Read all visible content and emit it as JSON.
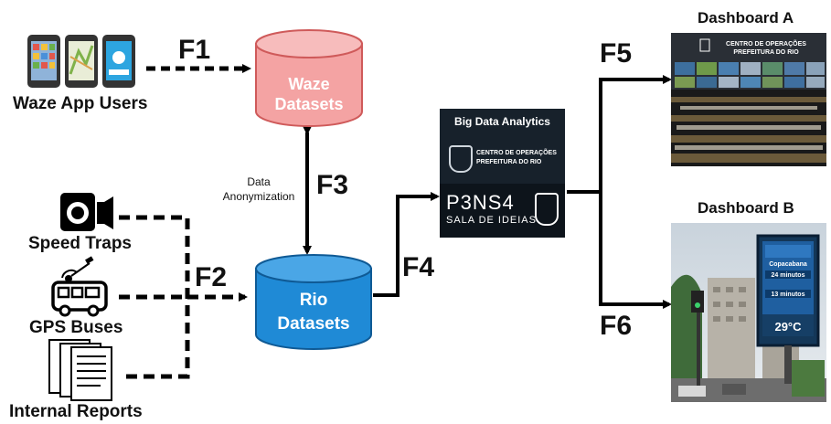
{
  "sources": {
    "waze_users": "Waze App Users",
    "speed_traps": "Speed Traps",
    "gps_buses": "GPS Buses",
    "internal_reports": "Internal Reports"
  },
  "databases": {
    "waze": [
      "Waze",
      "Datasets"
    ],
    "rio": [
      "Rio",
      "Datasets"
    ]
  },
  "flows": {
    "f1": "F1",
    "f2": "F2",
    "f3": "F3",
    "f4": "F4",
    "f5": "F5",
    "f6": "F6"
  },
  "anonymization": [
    "Data",
    "Anonymization"
  ],
  "analytics": {
    "title": "Big Data Analytics",
    "coe_line1": "CENTRO DE OPERAÇÕES",
    "coe_line2": "PREFEITURA DO RIO",
    "brand": "P3NS4",
    "brand_sub": "SALA DE IDEIAS"
  },
  "dashboards": {
    "a_title": "Dashboard A",
    "a_sign_line1": "CENTRO DE OPERAÇÕES",
    "a_sign_line2": "PREFEITURA DO RIO",
    "b_title": "Dashboard B",
    "b_place": "Copacabana",
    "b_time1": "24 minutos",
    "b_time2": "13 minutos",
    "b_temp": "29°C"
  },
  "colors": {
    "waze_fill": "#f4a3a3",
    "rio_fill": "#1f8ad6",
    "analytics_bg": "#17212b"
  }
}
